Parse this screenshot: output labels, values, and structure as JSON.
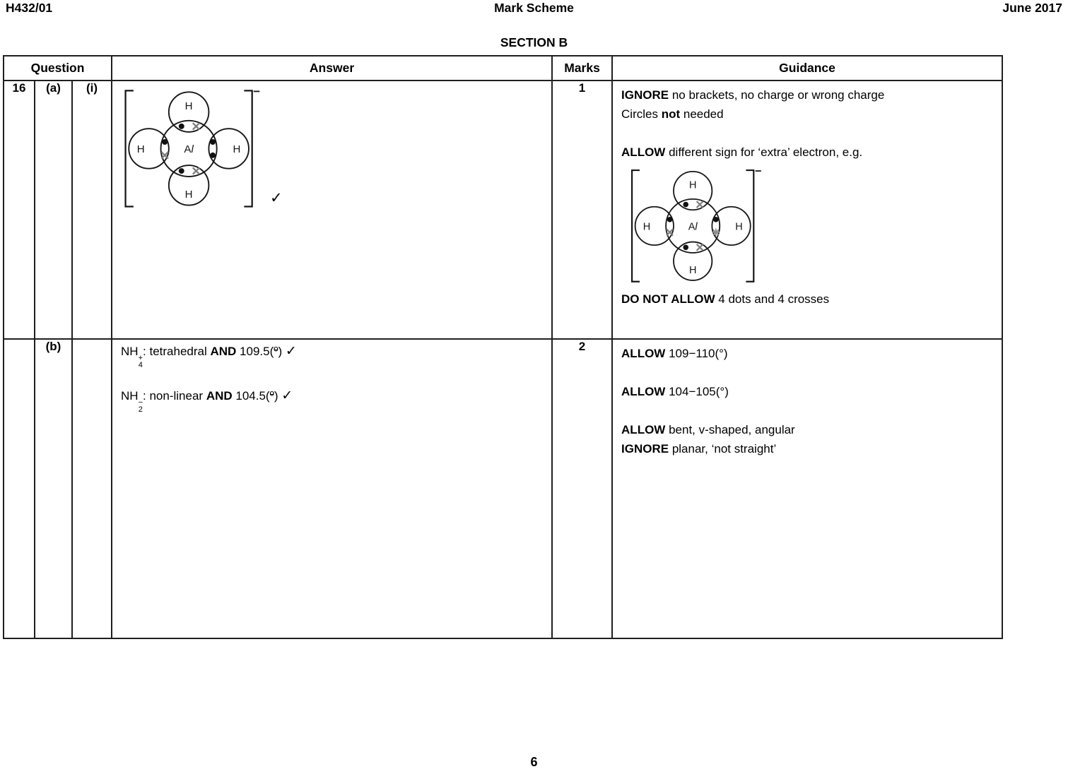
{
  "header": {
    "left": "H432/01",
    "center": "Mark Scheme",
    "right": "June 2017"
  },
  "section_title": "SECTION B",
  "page_number": "6",
  "table": {
    "headers": {
      "question": "Question",
      "answer": "Answer",
      "marks": "Marks",
      "guidance": "Guidance"
    },
    "rows": [
      {
        "question": {
          "number": "16",
          "part": "(a)",
          "sub": "(i)"
        },
        "marks": "1",
        "answer": {
          "diagram": {
            "element": {
              "base": "A",
              "italic": "l"
            },
            "hydrogen": "H",
            "charge": "−",
            "bonds": {
              "top": [
                "dot",
                "cross"
              ],
              "left": [
                "dot",
                "cross"
              ],
              "right": [
                "dot",
                "dot"
              ],
              "bottom": [
                "dot",
                "cross"
              ]
            }
          },
          "tick": "✓"
        },
        "guidance": {
          "line1": [
            {
              "t": "IGNORE",
              "b": true
            },
            {
              "t": " no brackets, no charge or wrong charge"
            }
          ],
          "line2": [
            {
              "t": "Circles "
            },
            {
              "t": "not",
              "b": true
            },
            {
              "t": " needed"
            }
          ],
          "line3": [
            {
              "t": "ALLOW",
              "b": true
            },
            {
              "t": " different sign for ‘extra’ electron, e.g."
            }
          ],
          "diagram": {
            "element": {
              "base": "A",
              "italic": "l"
            },
            "hydrogen": "H",
            "charge": "−",
            "bonds": {
              "top": [
                "dot",
                "cross"
              ],
              "left": [
                "dot",
                "cross"
              ],
              "right": [
                "dot",
                "asterisk"
              ],
              "bottom": [
                "dot",
                "cross"
              ]
            }
          },
          "line4": [
            {
              "t": "DO NOT ALLOW",
              "b": true
            },
            {
              "t": " 4 dots and 4 crosses"
            }
          ]
        }
      },
      {
        "question": {
          "number": "",
          "part": "(b)",
          "sub": ""
        },
        "marks": "2",
        "answer": {
          "line1": [
            {
              "t": "NH"
            },
            {
              "stack": {
                "sup": "+",
                "sub": "4"
              }
            },
            {
              "t": ": tetrahedral "
            },
            {
              "t": "AND",
              "b": true
            },
            {
              "t": " 109.5("
            },
            {
              "t": "º",
              "ord": true
            },
            {
              "t": ") "
            },
            {
              "t": "✓",
              "tick": true
            }
          ],
          "line2": [
            {
              "t": "NH"
            },
            {
              "stack": {
                "sup": "−",
                "sub": "2"
              }
            },
            {
              "t": ": non-linear "
            },
            {
              "t": "AND",
              "b": true
            },
            {
              "t": " 104.5("
            },
            {
              "t": "º",
              "ord": true
            },
            {
              "t": ") "
            },
            {
              "t": "✓",
              "tick": true
            }
          ]
        },
        "guidance": {
          "line1": [
            {
              "t": "ALLOW",
              "b": true
            },
            {
              "t": " 109−110(°)"
            }
          ],
          "line2": [
            {
              "t": "ALLOW",
              "b": true
            },
            {
              "t": " 104−105(°)"
            }
          ],
          "line3": [
            {
              "t": "ALLOW",
              "b": true
            },
            {
              "t": " bent, v-shaped, angular"
            }
          ],
          "line4": [
            {
              "t": "IGNORE",
              "b": true
            },
            {
              "t": " planar, ‘not straight’"
            }
          ]
        }
      }
    ]
  },
  "colors": {
    "dot": "#111111",
    "cross": "#7d7d7d",
    "asterisk": "#8a8a8a",
    "border": "#1f1f1f"
  }
}
